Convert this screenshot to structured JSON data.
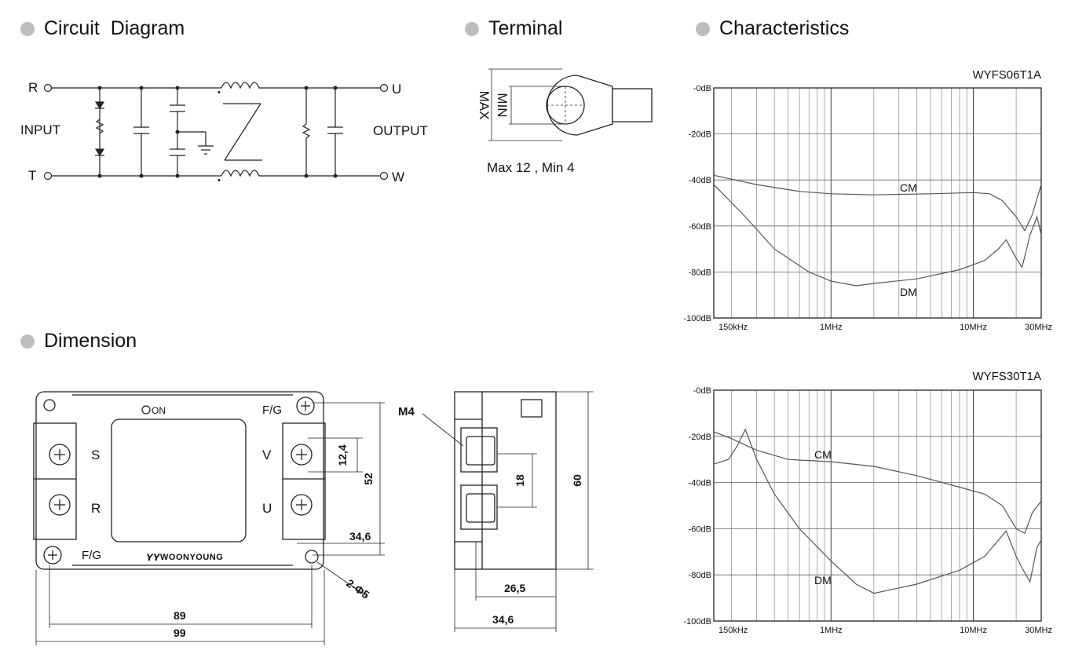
{
  "sections": {
    "circuit": "Circuit  Diagram",
    "terminal": "Terminal",
    "characteristics": "Characteristics",
    "dimension": "Dimension"
  },
  "circuit": {
    "r": "R",
    "t": "T",
    "u": "U",
    "w": "W",
    "input": "INPUT",
    "output": "OUTPUT"
  },
  "terminal": {
    "max": "MAX",
    "min": "MIN",
    "note": "Max 12 , Min 4"
  },
  "dimension": {
    "on": "ON",
    "fg_top": "F/G",
    "fg_bottom": "F/G",
    "s": "S",
    "r": "R",
    "v": "V",
    "u": "U",
    "brand": "WOONYOUNG",
    "d_124": "12,4",
    "d_52": "52",
    "d_346_front": "34,6",
    "d_holes": "2-Φ5",
    "d_89": "89",
    "d_99": "99",
    "m4": "M4",
    "d_18": "18",
    "d_60": "60",
    "d_265": "26,5",
    "d_346_side": "34,6"
  },
  "chart_data": [
    {
      "type": "line",
      "title": "WYFS06T1A",
      "xscale": "log",
      "xlim": [
        150000,
        30000000
      ],
      "ylim": [
        -100,
        0
      ],
      "x_ticks": [
        "150kHz",
        "1MHz",
        "10MHz",
        "30MHz"
      ],
      "y_ticks": [
        "-0dB",
        "-20dB",
        "-40dB",
        "-60dB",
        "-80dB",
        "-100dB"
      ],
      "grid": true,
      "series": [
        {
          "name": "CM",
          "x": [
            150000,
            300000,
            600000,
            1000000,
            2000000,
            5000000,
            10000000,
            13000000,
            16000000,
            20000000,
            23000000,
            26000000,
            30000000
          ],
          "y": [
            -38,
            -42,
            -45,
            -46,
            -46.5,
            -46,
            -45.5,
            -46,
            -49,
            -56,
            -62,
            -55,
            -42
          ]
        },
        {
          "name": "DM",
          "x": [
            150000,
            250000,
            400000,
            700000,
            1000000,
            1500000,
            2000000,
            4000000,
            8000000,
            12000000,
            15000000,
            17000000,
            20000000,
            22000000,
            25000000,
            28000000,
            30000000
          ],
          "y": [
            -42,
            -56,
            -70,
            -80,
            -84,
            -86,
            -85,
            -83,
            -79,
            -75,
            -70,
            -66,
            -74,
            -78,
            -64,
            -56,
            -64
          ]
        }
      ]
    },
    {
      "type": "line",
      "title": "WYFS30T1A",
      "xscale": "log",
      "xlim": [
        150000,
        30000000
      ],
      "ylim": [
        -100,
        0
      ],
      "x_ticks": [
        "150kHz",
        "1MHz",
        "10MHz",
        "30MHz"
      ],
      "y_ticks": [
        "-0dB",
        "-20dB",
        "-40dB",
        "-60dB",
        "-80dB",
        "-100dB"
      ],
      "grid": true,
      "series": [
        {
          "name": "CM",
          "x": [
            150000,
            200000,
            300000,
            500000,
            1000000,
            2000000,
            4000000,
            8000000,
            12000000,
            16000000,
            20000000,
            23000000,
            26000000,
            30000000
          ],
          "y": [
            -18,
            -21,
            -26,
            -30,
            -31,
            -33,
            -37,
            -42,
            -45,
            -50,
            -60,
            -62,
            -53,
            -48
          ]
        },
        {
          "name": "DM",
          "x": [
            150000,
            190000,
            220000,
            250000,
            300000,
            400000,
            600000,
            1000000,
            1500000,
            2000000,
            4000000,
            8000000,
            12000000,
            15000000,
            17000000,
            20000000,
            22000000,
            25000000,
            28000000,
            30000000
          ],
          "y": [
            -32,
            -30,
            -24,
            -17,
            -30,
            -45,
            -60,
            -74,
            -84,
            -88,
            -84,
            -78,
            -72,
            -65,
            -61,
            -72,
            -77,
            -83,
            -68,
            -65
          ]
        }
      ]
    }
  ]
}
